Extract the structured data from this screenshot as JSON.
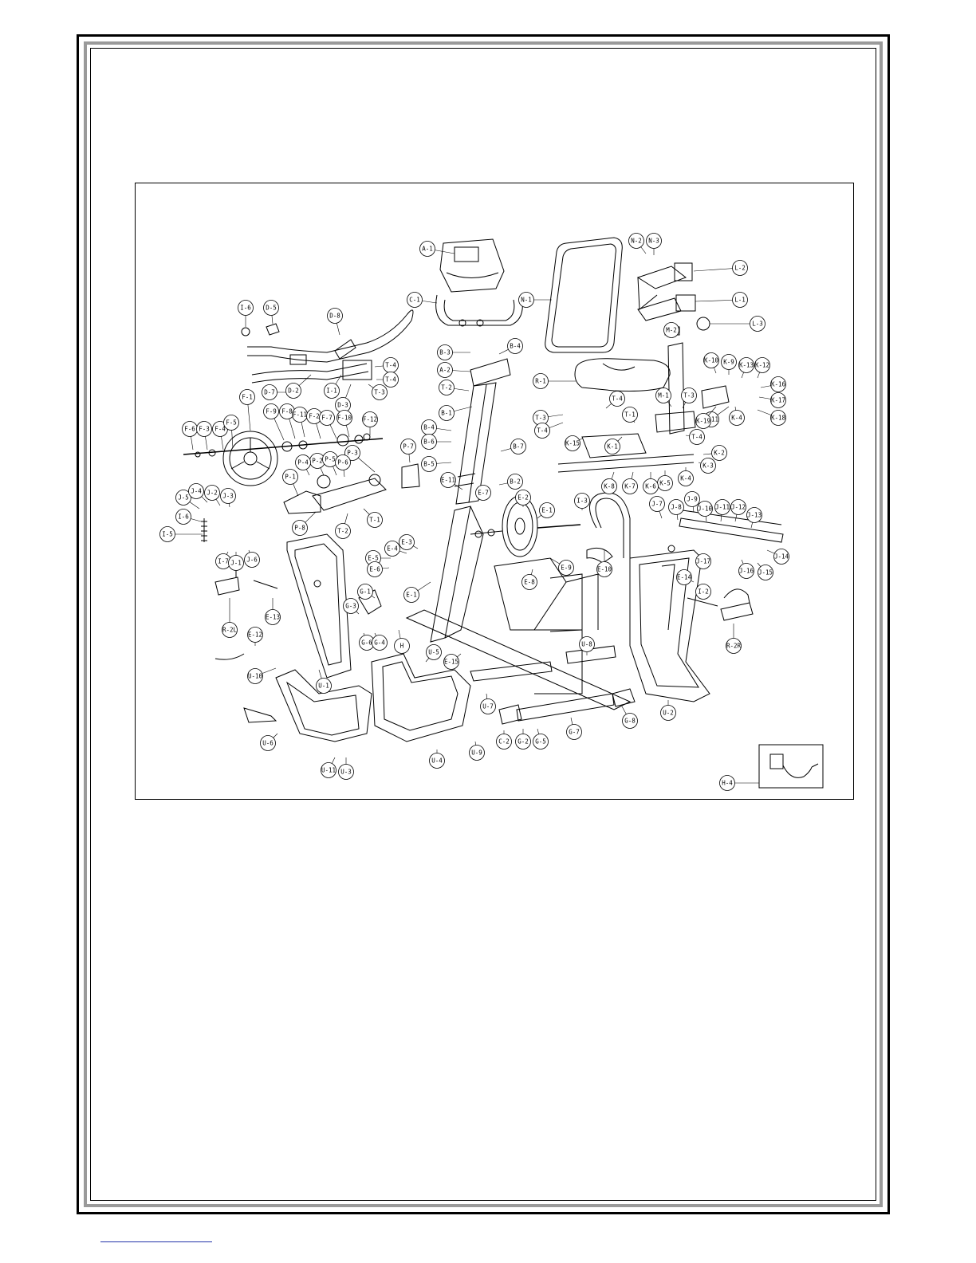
{
  "diagram": {
    "callouts": [
      {
        "id": "a1",
        "label": "A-1"
      },
      {
        "id": "c1",
        "label": "C-1"
      },
      {
        "id": "n1",
        "label": "N-1"
      },
      {
        "id": "n2",
        "label": "N-2"
      },
      {
        "id": "n3",
        "label": "N-3"
      },
      {
        "id": "l2",
        "label": "L-2"
      },
      {
        "id": "l1",
        "label": "L-1"
      },
      {
        "id": "l3",
        "label": "L-3"
      },
      {
        "id": "m2",
        "label": "M-2"
      },
      {
        "id": "r1",
        "label": "R-1"
      },
      {
        "id": "i6",
        "label": "I-6"
      },
      {
        "id": "d5",
        "label": "D-5"
      },
      {
        "id": "d8",
        "label": "D-8"
      },
      {
        "id": "t4a",
        "label": "T-4"
      },
      {
        "id": "d7",
        "label": "D-7"
      },
      {
        "id": "d2",
        "label": "D-2"
      },
      {
        "id": "i1",
        "label": "I-1"
      },
      {
        "id": "d3",
        "label": "D-3"
      },
      {
        "id": "t4b",
        "label": "T-4"
      },
      {
        "id": "t3",
        "label": "T-3"
      },
      {
        "id": "b3",
        "label": "B-3"
      },
      {
        "id": "b4",
        "label": "B-4"
      },
      {
        "id": "a2",
        "label": "A-2"
      },
      {
        "id": "t2",
        "label": "T-2"
      },
      {
        "id": "b1",
        "label": "B-1"
      },
      {
        "id": "b4b",
        "label": "B-4"
      },
      {
        "id": "b6",
        "label": "B-6"
      },
      {
        "id": "b5",
        "label": "B-5"
      },
      {
        "id": "b7",
        "label": "B-7"
      },
      {
        "id": "f1",
        "label": "F-1"
      },
      {
        "id": "f6",
        "label": "F-6"
      },
      {
        "id": "f3",
        "label": "F-3"
      },
      {
        "id": "f4",
        "label": "F-4"
      },
      {
        "id": "f5",
        "label": "F-5"
      },
      {
        "id": "f9",
        "label": "F-9"
      },
      {
        "id": "f8",
        "label": "F-8"
      },
      {
        "id": "f11",
        "label": "F-11"
      },
      {
        "id": "f2",
        "label": "F-2"
      },
      {
        "id": "f7",
        "label": "F-7"
      },
      {
        "id": "f10",
        "label": "F-10"
      },
      {
        "id": "f12",
        "label": "F-12"
      },
      {
        "id": "p1",
        "label": "P-1"
      },
      {
        "id": "p2",
        "label": "P-2"
      },
      {
        "id": "p3",
        "label": "P-3"
      },
      {
        "id": "p4",
        "label": "P-4"
      },
      {
        "id": "p5",
        "label": "P-5"
      },
      {
        "id": "p6",
        "label": "P-6"
      },
      {
        "id": "p7",
        "label": "P-7"
      },
      {
        "id": "p8",
        "label": "P-8"
      },
      {
        "id": "t1",
        "label": "T-1"
      },
      {
        "id": "t2b",
        "label": "T-2"
      },
      {
        "id": "k10",
        "label": "K-10"
      },
      {
        "id": "k9",
        "label": "K-9"
      },
      {
        "id": "k13",
        "label": "K-13"
      },
      {
        "id": "k12",
        "label": "K-12"
      },
      {
        "id": "k16",
        "label": "K-16"
      },
      {
        "id": "k17",
        "label": "K-17"
      },
      {
        "id": "k18",
        "label": "K-18"
      },
      {
        "id": "k11",
        "label": "K-11"
      },
      {
        "id": "k4",
        "label": "K-4"
      },
      {
        "id": "k19",
        "label": "K-19"
      },
      {
        "id": "k2",
        "label": "K-2"
      },
      {
        "id": "k3",
        "label": "K-3"
      },
      {
        "id": "k4b",
        "label": "K-4"
      },
      {
        "id": "k5",
        "label": "K-5"
      },
      {
        "id": "k6",
        "label": "K-6"
      },
      {
        "id": "k7",
        "label": "K-7"
      },
      {
        "id": "k8",
        "label": "K-8"
      },
      {
        "id": "k1",
        "label": "K-1"
      },
      {
        "id": "k15",
        "label": "K-15"
      },
      {
        "id": "m1",
        "label": "M-1"
      },
      {
        "id": "t3b",
        "label": "T-3"
      },
      {
        "id": "t4c",
        "label": "T-4"
      },
      {
        "id": "t3c",
        "label": "T-3"
      },
      {
        "id": "t4d",
        "label": "T-4"
      },
      {
        "id": "t1b",
        "label": "T-1"
      },
      {
        "id": "t4e",
        "label": "T-4"
      },
      {
        "id": "b2",
        "label": "B-2"
      },
      {
        "id": "e11",
        "label": "E-11"
      },
      {
        "id": "e7",
        "label": "E-7"
      },
      {
        "id": "e2",
        "label": "E-2"
      },
      {
        "id": "e1",
        "label": "E-1"
      },
      {
        "id": "i3",
        "label": "I-3"
      },
      {
        "id": "e10",
        "label": "E-10"
      },
      {
        "id": "e9",
        "label": "E-9"
      },
      {
        "id": "e8",
        "label": "E-8"
      },
      {
        "id": "e5",
        "label": "E-5"
      },
      {
        "id": "e4",
        "label": "E-4"
      },
      {
        "id": "e3",
        "label": "E-3"
      },
      {
        "id": "e6",
        "label": "E-6"
      },
      {
        "id": "e1b",
        "label": "E-1"
      },
      {
        "id": "j5",
        "label": "J-5"
      },
      {
        "id": "j4",
        "label": "J-4"
      },
      {
        "id": "j2",
        "label": "J-2"
      },
      {
        "id": "j3",
        "label": "J-3"
      },
      {
        "id": "i6b",
        "label": "I-6"
      },
      {
        "id": "i5",
        "label": "I-5"
      },
      {
        "id": "i7",
        "label": "I-7"
      },
      {
        "id": "j1",
        "label": "J-1"
      },
      {
        "id": "j6",
        "label": "J-6"
      },
      {
        "id": "r2l",
        "label": "R-2L"
      },
      {
        "id": "e13",
        "label": "E-13"
      },
      {
        "id": "e12",
        "label": "E-12"
      },
      {
        "id": "g1",
        "label": "G-1"
      },
      {
        "id": "g3",
        "label": "G-3"
      },
      {
        "id": "g6",
        "label": "G-6"
      },
      {
        "id": "g4",
        "label": "G-4"
      },
      {
        "id": "h",
        "label": "H"
      },
      {
        "id": "u10",
        "label": "U-10"
      },
      {
        "id": "u1",
        "label": "U-1"
      },
      {
        "id": "u5",
        "label": "U-5"
      },
      {
        "id": "e15",
        "label": "E-15"
      },
      {
        "id": "u7",
        "label": "U-7"
      },
      {
        "id": "u6",
        "label": "U-6"
      },
      {
        "id": "u11",
        "label": "U-11"
      },
      {
        "id": "u3",
        "label": "U-3"
      },
      {
        "id": "u4",
        "label": "U-4"
      },
      {
        "id": "u9",
        "label": "U-9"
      },
      {
        "id": "c2",
        "label": "C-2"
      },
      {
        "id": "g5",
        "label": "G-5"
      },
      {
        "id": "g2",
        "label": "G-2"
      },
      {
        "id": "u8",
        "label": "U-8"
      },
      {
        "id": "g7",
        "label": "G-7"
      },
      {
        "id": "g8",
        "label": "G-8"
      },
      {
        "id": "u2",
        "label": "U-2"
      },
      {
        "id": "j7",
        "label": "J-7"
      },
      {
        "id": "j8",
        "label": "J-8"
      },
      {
        "id": "j9",
        "label": "J-9"
      },
      {
        "id": "j10",
        "label": "J-10"
      },
      {
        "id": "j11",
        "label": "J-11"
      },
      {
        "id": "j12",
        "label": "J-12"
      },
      {
        "id": "j13",
        "label": "J-13"
      },
      {
        "id": "j14",
        "label": "J-14"
      },
      {
        "id": "j15",
        "label": "J-15"
      },
      {
        "id": "j16",
        "label": "J-16"
      },
      {
        "id": "j17",
        "label": "J-17"
      },
      {
        "id": "e14",
        "label": "E-14"
      },
      {
        "id": "r2r",
        "label": "R-2R"
      },
      {
        "id": "i2",
        "label": "I-2"
      },
      {
        "id": "h4",
        "label": "H-4"
      }
    ]
  }
}
